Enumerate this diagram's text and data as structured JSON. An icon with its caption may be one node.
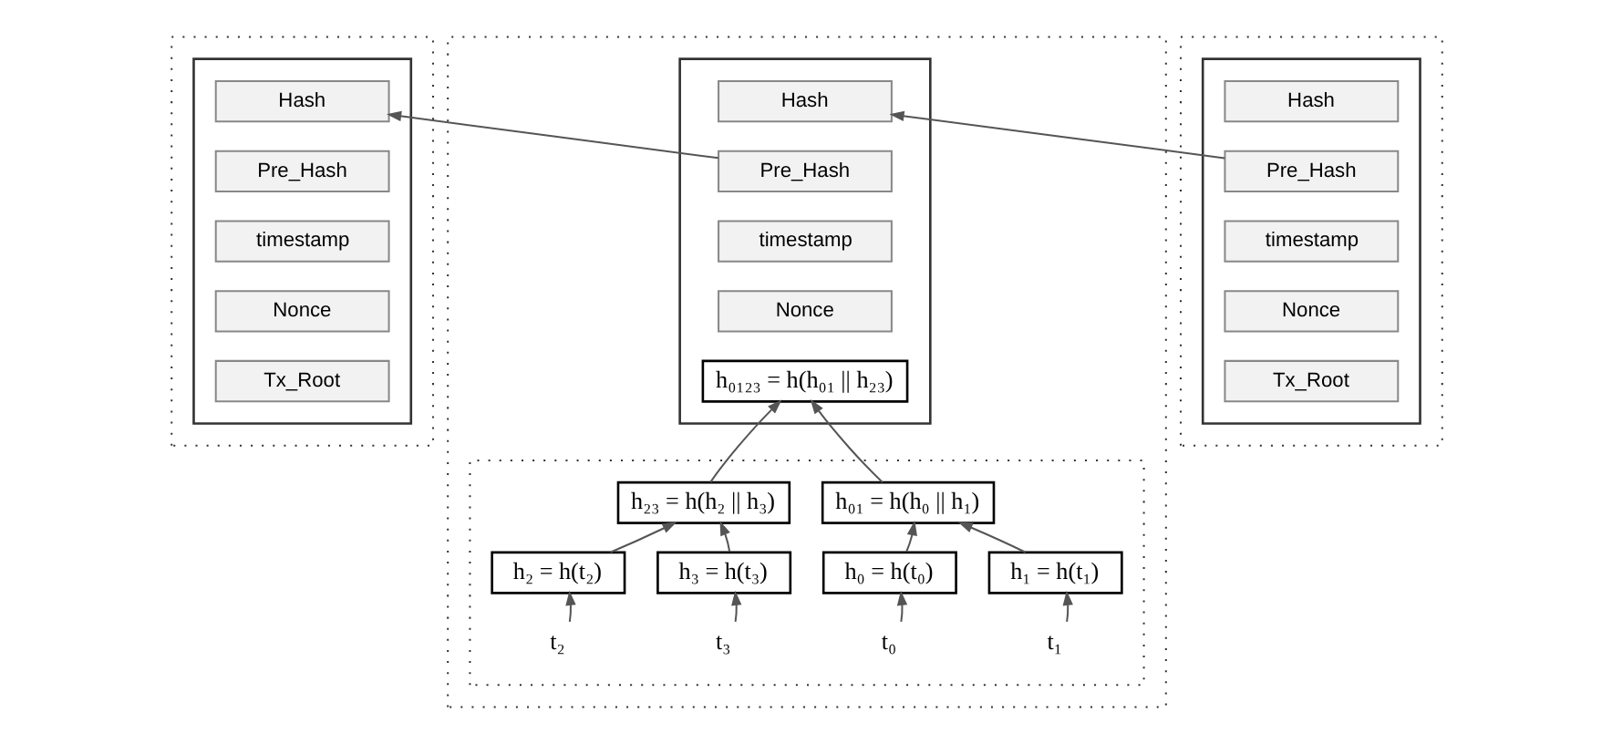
{
  "diagram": {
    "nodes": [
      {
        "text": [],
        "shape": "box"
      },
      {
        "text": [],
        "shape": "box",
        "in": 0
      },
      {
        "text": [
          "Hash"
        ],
        "in": 1
      },
      {
        "text": [
          "Pre_Hash"
        ],
        "in": 1
      },
      {
        "text": [
          "timestamp"
        ],
        "in": 1
      },
      {
        "text": [
          "Nonce"
        ],
        "in": 1
      },
      {
        "text": [
          "Tx_Root"
        ],
        "in": 1
      },
      {
        "text": [],
        "shape": "box"
      },
      {
        "text": [],
        "shape": "box",
        "in": 7
      },
      {
        "text": [
          "Hash"
        ],
        "in": 8
      },
      {
        "text": [
          "Pre_Hash"
        ],
        "in": 8
      },
      {
        "text": [
          "timestamp"
        ],
        "in": 8
      },
      {
        "text": [
          "Nonce"
        ],
        "in": 8
      },
      {
        "text": [
          "h₀₁₂₃ = h(h₀₁ || h₂₃)"
        ],
        "in": 8
      },
      {
        "text": [],
        "shape": "box",
        "in": 7
      },
      {
        "text": [
          "h₀₁ = h(h₀ || h₁)"
        ],
        "in": 14
      },
      {
        "text": [
          "h₂₃ = h(h₂ || h₃)"
        ],
        "in": 14
      },
      {
        "text": [
          "h₀ = h(t₀)"
        ],
        "in": 14
      },
      {
        "text": [
          "h₁ = h(t₁)"
        ],
        "in": 14
      },
      {
        "text": [
          "h₂ = h(t₂)"
        ],
        "in": 14
      },
      {
        "text": [
          "h₃ = h(t₃)"
        ],
        "in": 14
      },
      {
        "text": [
          "t₀"
        ],
        "in": 14
      },
      {
        "text": [
          "t₁"
        ],
        "in": 14
      },
      {
        "text": [
          "t₂"
        ],
        "in": 14
      },
      {
        "text": [
          "t₃"
        ],
        "in": 14
      },
      {
        "text": [],
        "shape": "box"
      },
      {
        "text": [],
        "shape": "box",
        "in": 25
      },
      {
        "text": [
          "Hash"
        ],
        "in": 26
      },
      {
        "text": [
          "Pre_Hash"
        ],
        "in": 26
      },
      {
        "text": [
          "timestamp"
        ],
        "in": 26
      },
      {
        "text": [
          "Nonce"
        ],
        "in": 26
      },
      {
        "text": [
          "Tx_Root"
        ],
        "in": 26
      }
    ],
    "edges": [
      {
        "from": 10,
        "to": 2,
        "arrow": "to"
      },
      {
        "from": 28,
        "to": 9,
        "arrow": "to"
      },
      {
        "from": 15,
        "to": 13,
        "arrow": "to"
      },
      {
        "from": 16,
        "to": 13,
        "arrow": "to"
      },
      {
        "from": 17,
        "to": 15,
        "arrow": "to"
      },
      {
        "from": 18,
        "to": 15,
        "arrow": "to"
      },
      {
        "from": 19,
        "to": 16,
        "arrow": "to"
      },
      {
        "from": 20,
        "to": 16,
        "arrow": "to"
      },
      {
        "from": 21,
        "to": 17,
        "arrow": "to"
      },
      {
        "from": 22,
        "to": 18,
        "arrow": "to"
      },
      {
        "from": 23,
        "to": 19,
        "arrow": "to"
      },
      {
        "from": 24,
        "to": 20,
        "arrow": "to"
      }
    ]
  }
}
